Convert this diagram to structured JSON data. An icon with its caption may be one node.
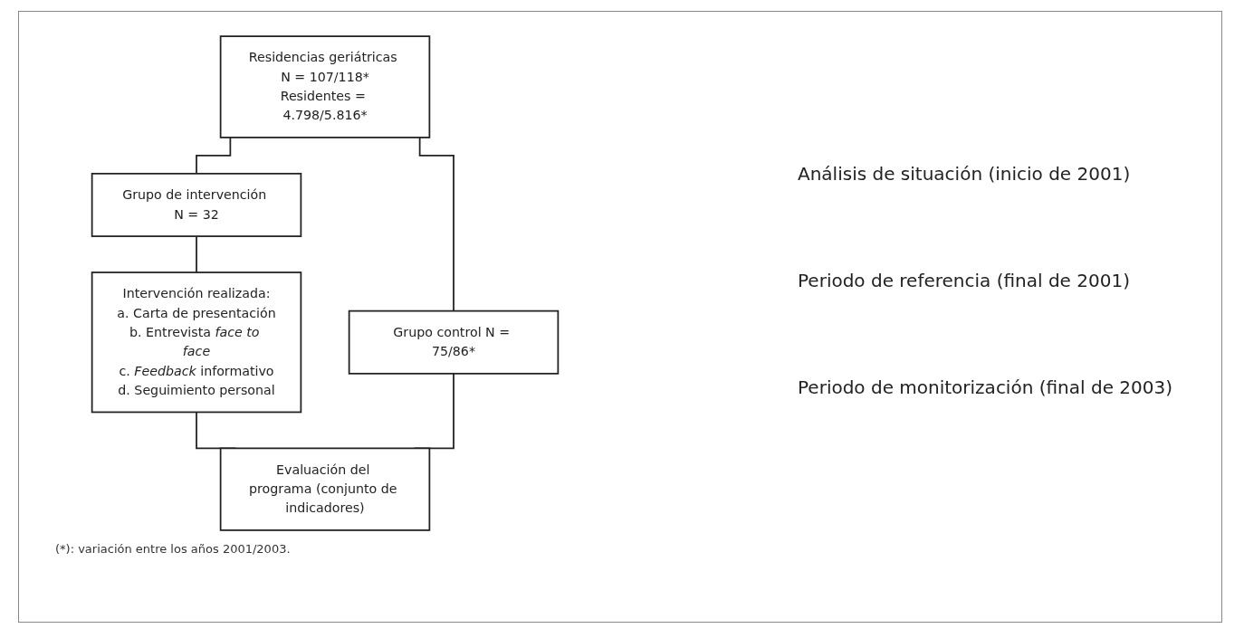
{
  "diagram": {
    "nodes": [
      {
        "text": [
          "Residencias geriátricas N = 107/118*",
          "Residentes = 4.798/5.816*"
        ]
      },
      {
        "text": [
          "Grupo de intervención N = 32"
        ]
      },
      {
        "text": [
          "Grupo control N = 75/86*"
        ]
      },
      {
        "text": [
          "Intervención realizada:",
          "a. Carta de presentación",
          "b. Entrevista *face to face*",
          "c. *Feedback* informativo",
          "d. Seguimiento personal"
        ]
      },
      {
        "text": [
          "Evaluación del programa (conjunto de indicadores)"
        ]
      }
    ],
    "edges": [
      {
        "from": 0,
        "to": 1,
        "arrow": "none"
      },
      {
        "from": 0,
        "to": 2,
        "arrow": "none"
      },
      {
        "from": 1,
        "to": 3,
        "arrow": "none"
      },
      {
        "from": 3,
        "to": 4,
        "arrow": "none"
      },
      {
        "from": 2,
        "to": 4,
        "arrow": "none"
      }
    ],
    "labels": [
      "Análisis de situación (inicio de 2001)",
      "Periodo de referencia (final de 2001)",
      "Periodo de monitorización (final de 2003)",
      "(*): variación entre los años 2001/2003."
    ]
  }
}
